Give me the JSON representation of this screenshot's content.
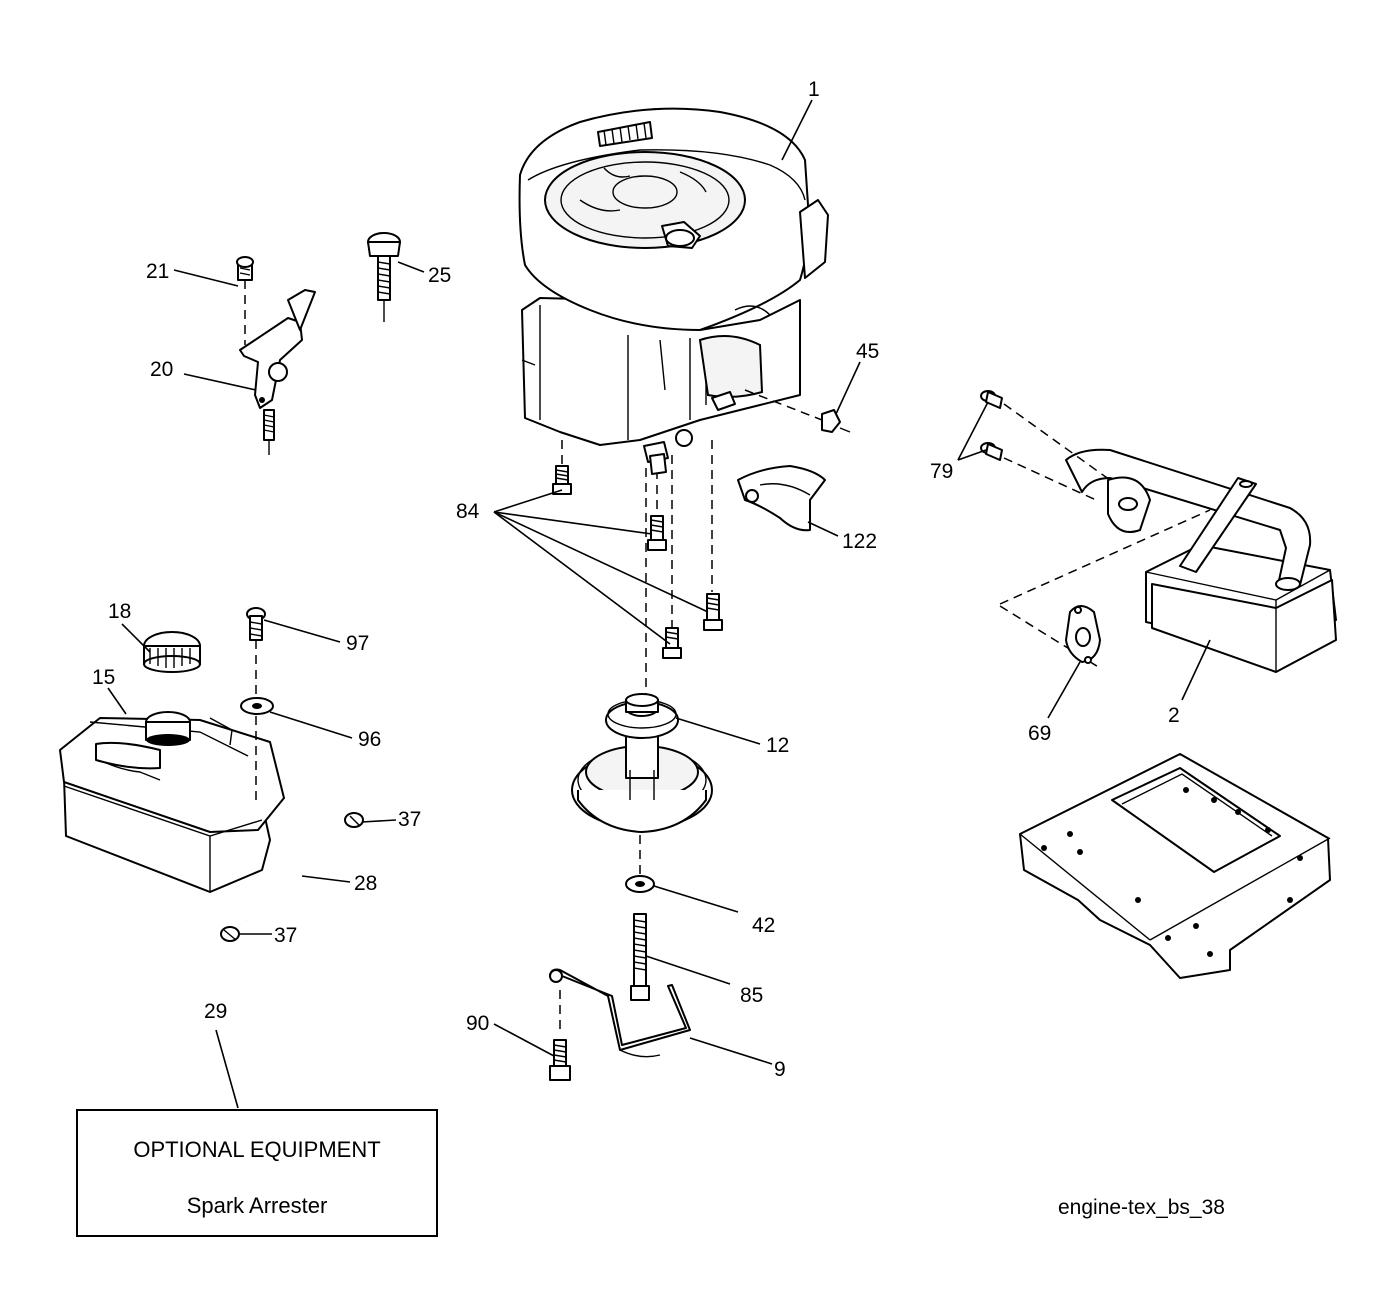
{
  "callouts": {
    "c1": "1",
    "c2": "2",
    "c9": "9",
    "c12": "12",
    "c15": "15",
    "c18": "18",
    "c20": "20",
    "c21": "21",
    "c25": "25",
    "c28": "28",
    "c29": "29",
    "c37a": "37",
    "c37b": "37",
    "c42": "42",
    "c45": "45",
    "c69": "69",
    "c79": "79",
    "c84": "84",
    "c85": "85",
    "c90": "90",
    "c96": "96",
    "c97": "97",
    "c122": "122"
  },
  "optional_box": {
    "heading": "OPTIONAL EQUIPMENT",
    "item": "Spark Arrester"
  },
  "reference": "engine-tex_bs_38"
}
